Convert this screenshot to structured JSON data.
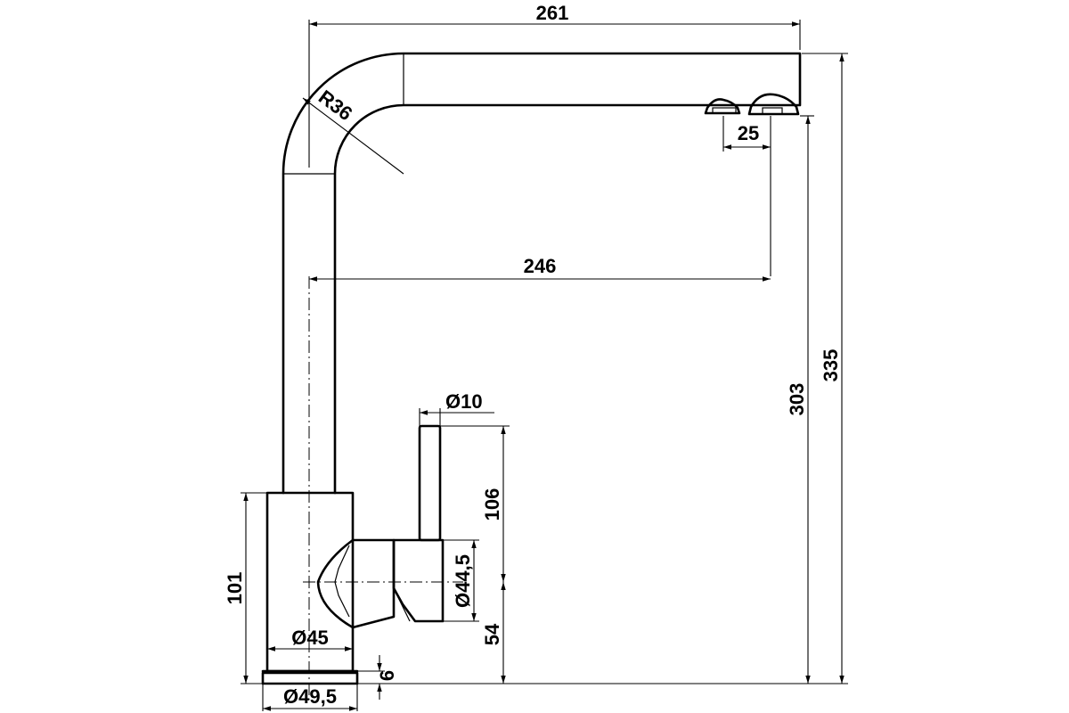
{
  "drawing": {
    "dimensions": {
      "overall_width": "261",
      "bend_radius": "R36",
      "spray_width": "25",
      "spout_reach": "246",
      "lever_diameter": "Ø10",
      "lever_height": "106",
      "body_diameter": "Ø44,5",
      "overall_height": "335",
      "spout_height": "303",
      "base_height": "101",
      "inner_diameter": "Ø45",
      "handle_axis_height": "54",
      "flange_height": "6",
      "flange_diameter": "Ø49,5"
    },
    "colors": {
      "line": "#000000",
      "background": "#ffffff"
    }
  }
}
